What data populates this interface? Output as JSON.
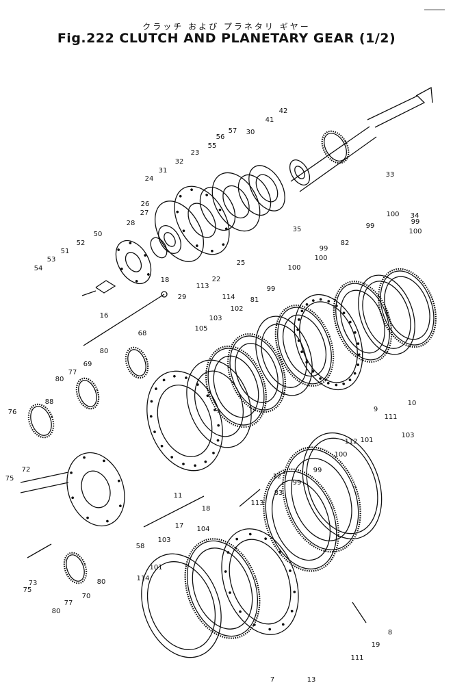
{
  "title": {
    "japanese": "クラッチ および プラネタリ ギヤー",
    "main": "Fig.222 CLUTCH AND PLANETARY GEAR (1/2)"
  },
  "colors": {
    "ink": "#111111",
    "paper": "#ffffff"
  },
  "callouts": [
    "33",
    "34",
    "35",
    "42",
    "41",
    "30",
    "57",
    "56",
    "55",
    "23",
    "32",
    "31",
    "24",
    "26",
    "27",
    "28",
    "50",
    "52",
    "51",
    "53",
    "54",
    "25",
    "22",
    "29",
    "18",
    "16",
    "113",
    "114",
    "103",
    "102",
    "81",
    "105",
    "99",
    "100",
    "99",
    "100",
    "82",
    "99",
    "100",
    "99",
    "100",
    "68",
    "80",
    "69",
    "77",
    "80",
    "88",
    "76",
    "75",
    "72",
    "10",
    "9",
    "111",
    "112",
    "101",
    "103",
    "99",
    "100",
    "83",
    "99",
    "11",
    "12",
    "17",
    "18",
    "113",
    "58",
    "104",
    "103",
    "101",
    "114",
    "75",
    "73",
    "80",
    "77",
    "70",
    "80",
    "8",
    "111",
    "19",
    "7",
    "13"
  ]
}
